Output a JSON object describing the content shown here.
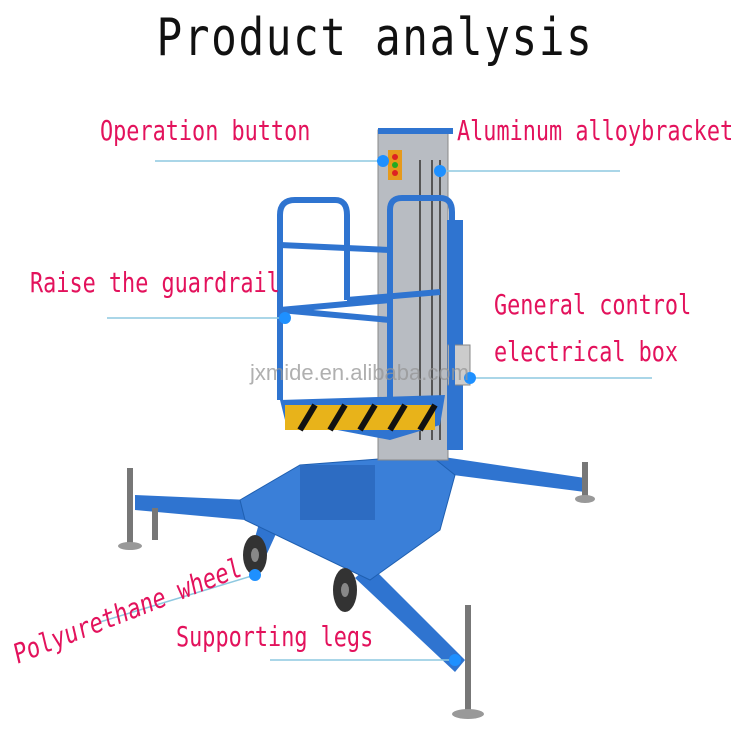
{
  "title": "Product analysis",
  "labels": {
    "operation_button": "Operation button",
    "aluminum_bracket": "Aluminum alloybracket",
    "guardrail": "Raise the guardrail",
    "control_box_1": "General control",
    "control_box_2": "electrical box",
    "wheel": "Polyurethane wheel",
    "legs": "Supporting legs"
  },
  "watermark": "jxmide.en.alibaba.com",
  "colors": {
    "label": "#e3125c",
    "leader_line": "#8ec8e0",
    "dot": "#1e90ff",
    "frame": "#2b6fc9"
  }
}
